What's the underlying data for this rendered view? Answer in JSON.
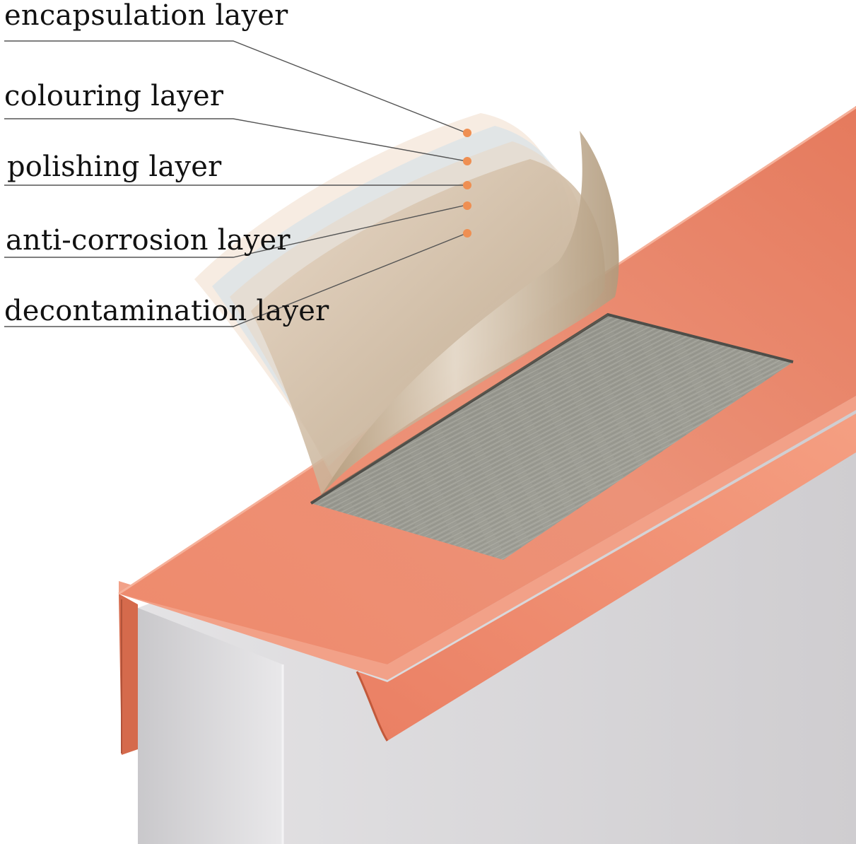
{
  "diagram": {
    "layers": [
      {
        "label": "encapsulation layer"
      },
      {
        "label": "colouring layer"
      },
      {
        "label": "polishing layer"
      },
      {
        "label": "anti-corrosion layer"
      },
      {
        "label": "decontamination layer"
      }
    ]
  },
  "colors": {
    "profile": "#ee8a6e",
    "profile_dark": "#c9603f",
    "marker": "#ef8f52",
    "leader": "#555555",
    "substrate": "#9a9a90",
    "panel": "#d8d6d8"
  }
}
